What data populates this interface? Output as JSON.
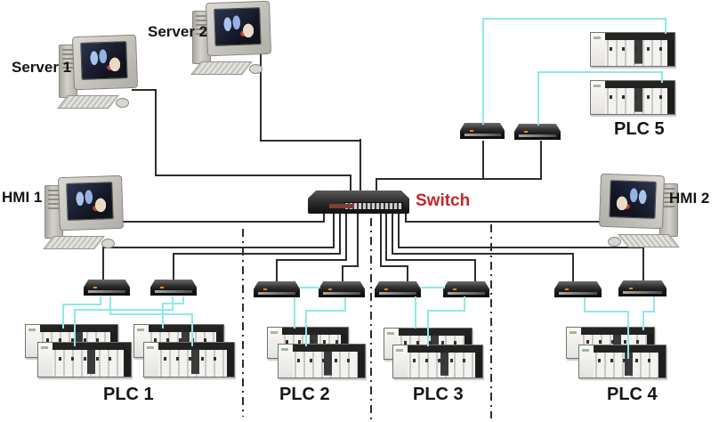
{
  "diagram": {
    "nodes": {
      "server1": {
        "label": "Server 1",
        "kind": "workstation"
      },
      "server2": {
        "label": "Server 2",
        "kind": "workstation"
      },
      "hmi1": {
        "label": "HMI 1",
        "kind": "workstation"
      },
      "hmi2": {
        "label": "HMI 2",
        "kind": "workstation"
      },
      "switch": {
        "label": "Switch",
        "kind": "ethernet-switch"
      },
      "plc1": {
        "label": "PLC 1",
        "kind": "plc-station"
      },
      "plc2": {
        "label": "PLC 2",
        "kind": "plc-station"
      },
      "plc3": {
        "label": "PLC 3",
        "kind": "plc-station"
      },
      "plc4": {
        "label": "PLC 4",
        "kind": "plc-station"
      },
      "plc5": {
        "label": "PLC 5",
        "kind": "plc-station"
      }
    },
    "colors": {
      "switch_label": "#c1272d",
      "node_label": "#141414",
      "ethernet_link": "#2d2d2d",
      "fiber_link": "#90e8ea",
      "background": "#ffffff"
    }
  }
}
